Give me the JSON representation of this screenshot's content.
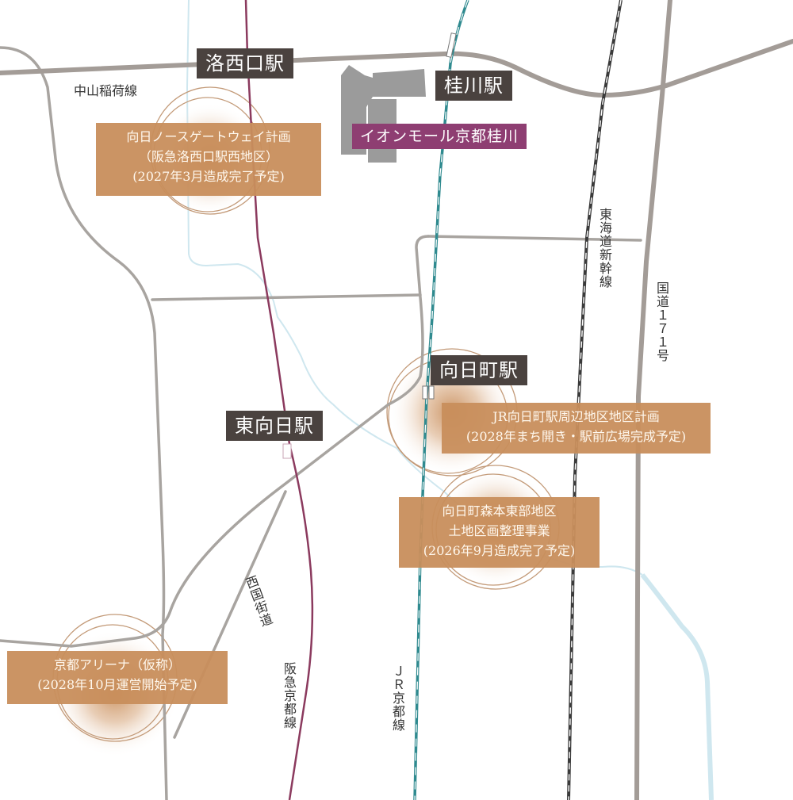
{
  "map": {
    "colors": {
      "road": "#a39c97",
      "road_minor": "#a8a4a0",
      "hankyu": "#8b3a5e",
      "jr": "#2f8a8f",
      "shinkansen": "#3a3a3a",
      "river": "#cfe7ef",
      "station_bg": "#4a423f",
      "project_bg": "#c88e5c",
      "mall_bg": "#8e3e72",
      "building": "#9b9b9b"
    },
    "stations": [
      {
        "name": "洛西口駅"
      },
      {
        "name": "桂川駅"
      },
      {
        "name": "向日町駅"
      },
      {
        "name": "東向日駅"
      }
    ],
    "landmark": {
      "name": "イオンモール京都桂川"
    },
    "projects": [
      {
        "lines": [
          "向日ノースゲートウェイ計画",
          "（阪急洛西口駅西地区）",
          "(2027年3月造成完了予定)"
        ]
      },
      {
        "lines": [
          "JR向日町駅周辺地区地区計画",
          "(2028年まち開き・駅前広場完成予定)"
        ]
      },
      {
        "lines": [
          "向日町森本東部地区",
          "土地区画整理事業",
          "(2026年9月造成完了予定)"
        ]
      },
      {
        "lines": [
          "京都アリーナ（仮称）",
          "(2028年10月運営開始予定)"
        ]
      }
    ],
    "route_labels": {
      "nakayama": "中山稲荷線",
      "shinkansen": "東海道新幹線",
      "route171": "国道１７１号",
      "saigoku": "西国街道",
      "hankyu": "阪急京都線",
      "jr": "ＪＲ京都線"
    }
  }
}
